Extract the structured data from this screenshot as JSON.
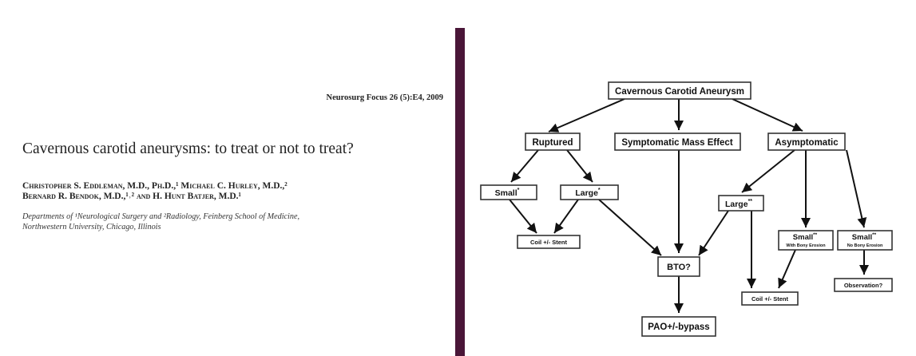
{
  "paper": {
    "journal": "Neurosurg Focus 26 (5):E4, 2009",
    "title": "Cavernous carotid aneurysms: to treat or not to treat?",
    "authors_line1": "Christopher S. Eddleman, M.D., Ph.D.,¹ Michael C. Hurley, M.D.,²",
    "authors_line2": "Bernard R. Bendok, M.D.,¹˒² and H. Hunt Batjer, M.D.¹",
    "affiliation_line1": "Departments of ¹Neurological Surgery and ²Radiology, Feinberg School of Medicine,",
    "affiliation_line2": "Northwestern University, Chicago, Illinois"
  },
  "flowchart": {
    "nodes": {
      "root": "Cavernous Carotid Aneurysm",
      "ruptured": "Ruptured",
      "mass_effect": "Symptomatic Mass Effect",
      "asymptomatic": "Asymptomatic",
      "small_r": "Small",
      "small_r_mark": "*",
      "large_r": "Large",
      "large_r_mark": "*",
      "large_a": "Large",
      "large_a_mark": "**",
      "small_bony": "Small",
      "small_bony_mark": "**",
      "small_bony_sub": "With Bony Erosion",
      "small_nobony": "Small",
      "small_nobony_mark": "**",
      "small_nobony_sub": "No Bony Erosion",
      "coil_left": "Coil +/- Stent",
      "bto": "BTO?",
      "coil_right": "Coil +/- Stent",
      "observation": "Observation?",
      "pao": "PAO+/-bypass"
    }
  },
  "colors": {
    "divider": "#4a1638"
  }
}
